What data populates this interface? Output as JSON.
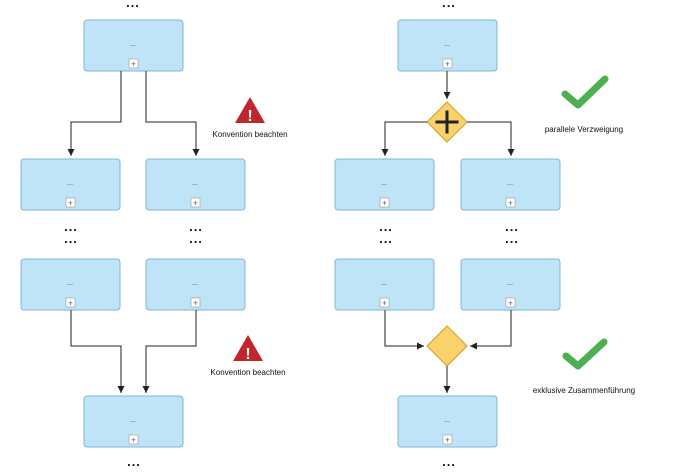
{
  "box_label": "...",
  "dots": "...",
  "expand_symbol": "+",
  "warning_symbol": "!",
  "left": {
    "warning_note_top": "Konvention beachten",
    "warning_note_bottom": "Konvention beachten"
  },
  "right": {
    "note_parallel": "parallele Verzweigung",
    "note_exclusive": "exklusive Zusammenführung"
  },
  "colors": {
    "box_fill": "#bfe3f7",
    "box_stroke": "#7fb6d8",
    "gateway_fill": "#f9d26b",
    "gateway_stroke": "#d49b22",
    "warning": "#c0262d",
    "check": "#4caf50"
  }
}
